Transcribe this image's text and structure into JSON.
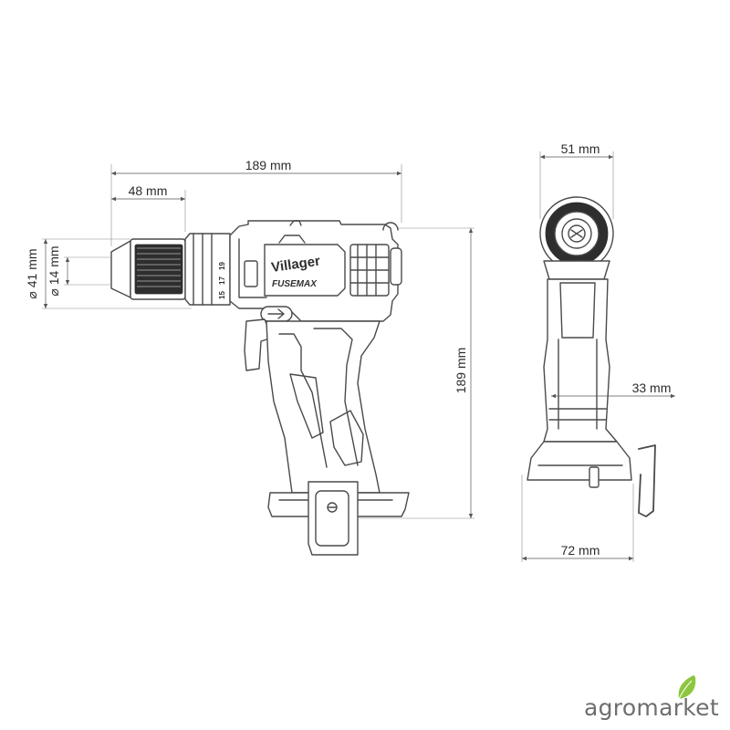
{
  "dimensions": {
    "side_length": "189 mm",
    "chuck_length": "48 mm",
    "chuck_diameter": "41 mm",
    "bit_diameter": "14 mm",
    "height": "189 mm",
    "front_width": "51 mm",
    "grip_width": "33 mm",
    "base_width": "72 mm"
  },
  "product": {
    "brand_label": "Villager",
    "series_label": "FUSE",
    "series_suffix": "MAX",
    "speed_marks": [
      "19",
      "17",
      "15"
    ]
  },
  "watermark": {
    "brand_part1": "agro",
    "brand_part2": "market",
    "leaf_color": "#8dc63f",
    "text_color": "#6d6e70"
  },
  "symbols": {
    "diameter": "⌀"
  }
}
